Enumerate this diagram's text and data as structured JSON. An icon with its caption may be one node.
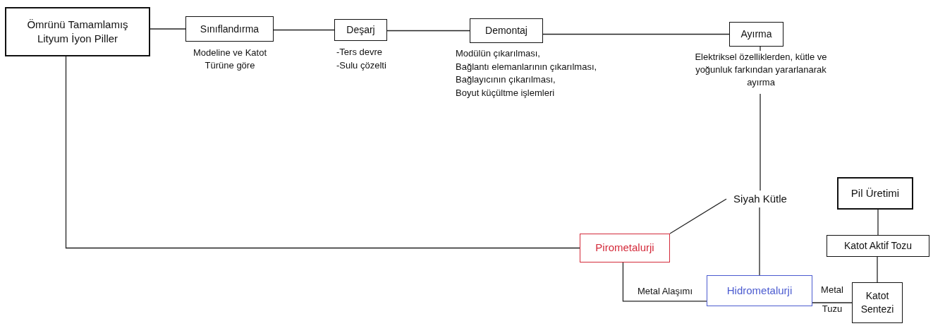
{
  "diagram": {
    "nodes": [
      {
        "text": [
          "Ömrünü Tamamlamış Lityum İyon Piller"
        ]
      },
      {
        "text": [
          "Sınıflandırma"
        ],
        "beside": [
          "Modeline ve Katot Türüne göre"
        ]
      },
      {
        "text": [
          "Deşarj"
        ],
        "beside": [
          "-Ters devre",
          "-Sulu çözelti"
        ]
      },
      {
        "text": [
          "Demontaj"
        ],
        "beside": [
          "Modülün çıkarılması,",
          "Bağlantı elemanlarının çıkarılması,",
          "Bağlayıcının çıkarılması,",
          "Boyut küçültme işlemleri"
        ]
      },
      {
        "text": [
          "Ayırma"
        ],
        "beside": [
          "Elektriksel özelliklerden, kütle ve yoğunluk farkından yararlanarak ayırma"
        ]
      },
      {
        "text": [
          "Siyah Kütle"
        ]
      },
      {
        "text": [
          "Pirometalurji"
        ]
      },
      {
        "text": [
          "Hidrometalurji"
        ]
      },
      {
        "text": [
          "Pil Üretimi"
        ]
      },
      {
        "text": [
          "Katot Aktif Tozu"
        ]
      },
      {
        "text": [
          "Katot Sentezi"
        ]
      }
    ],
    "edges": [
      {
        "from": 0,
        "to": 1,
        "arrow": "none"
      },
      {
        "from": 1,
        "to": 2,
        "arrow": "none"
      },
      {
        "from": 2,
        "to": 3,
        "arrow": "none"
      },
      {
        "from": 3,
        "to": 4,
        "arrow": "none"
      },
      {
        "from": 4,
        "to": 5,
        "arrow": "none"
      },
      {
        "from": 5,
        "to": 6,
        "arrow": "none"
      },
      {
        "from": 5,
        "to": 7,
        "arrow": "none"
      },
      {
        "from": 0,
        "to": 6,
        "arrow": "none"
      },
      {
        "from": 6,
        "to": 7,
        "arrow": "none",
        "label": "Metal Alaşımı"
      },
      {
        "from": 7,
        "to": 10,
        "arrow": "none",
        "label": "Metal Tuzu"
      },
      {
        "from": 10,
        "to": 9,
        "arrow": "none"
      },
      {
        "from": 9,
        "to": 8,
        "arrow": "none"
      }
    ]
  }
}
